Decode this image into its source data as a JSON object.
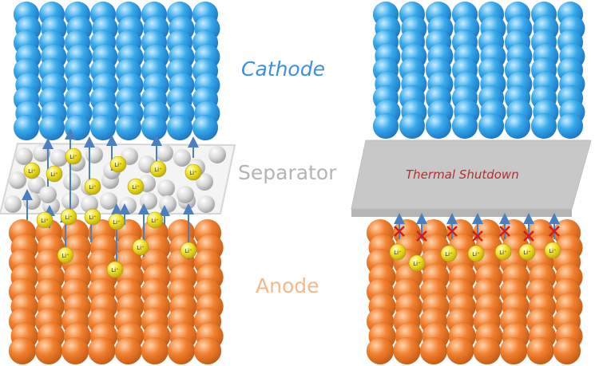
{
  "labels": {
    "cathode": "Cathode",
    "separator": "Separator",
    "anode": "Anode",
    "thermal_shutdown": "Thermal Shutdown",
    "lithium_ion": "Li⁺"
  },
  "colors": {
    "cathode": "#3f8fe0",
    "cathode_sphere": "#35a8ea",
    "separator_text": "#b4b4b4",
    "anode": "#f5b888",
    "anode_sphere": "#f07e2e",
    "shutdown_text": "#b03030",
    "separator_sheet": "#c8c8c8",
    "ion": "#f2e11e",
    "arrow": "#4a7fc0",
    "blocked_mark": "#d01c1c"
  },
  "icons": {
    "ion": "lithium-ion-sphere-icon",
    "arrow": "ion-flow-arrow-icon",
    "blocked": "blocked-x-icon"
  }
}
